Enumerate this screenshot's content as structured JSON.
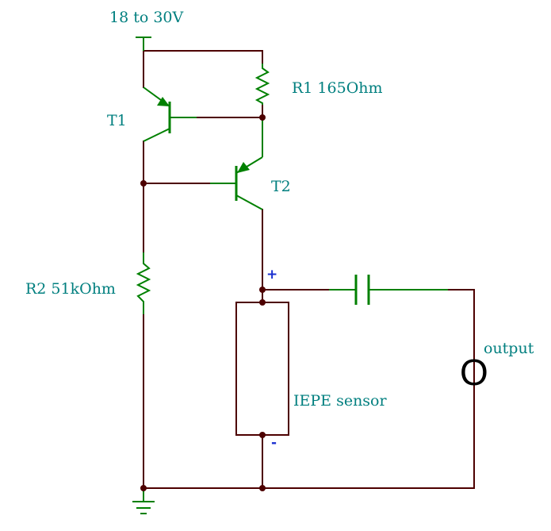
{
  "labels": {
    "supply": "18 to 30V",
    "r1": "R1 165Ohm",
    "t1": "T1",
    "t2": "T2",
    "r2": "R2 51kOhm",
    "plus": "+",
    "minus": "-",
    "output": "output",
    "output_symbol": "O",
    "sensor": "IEPE sensor"
  },
  "colors": {
    "wire": "#4d0000",
    "component": "#008000",
    "label": "#007f7f",
    "polarity": "#1a2fd0",
    "junction": "#4d0000"
  }
}
